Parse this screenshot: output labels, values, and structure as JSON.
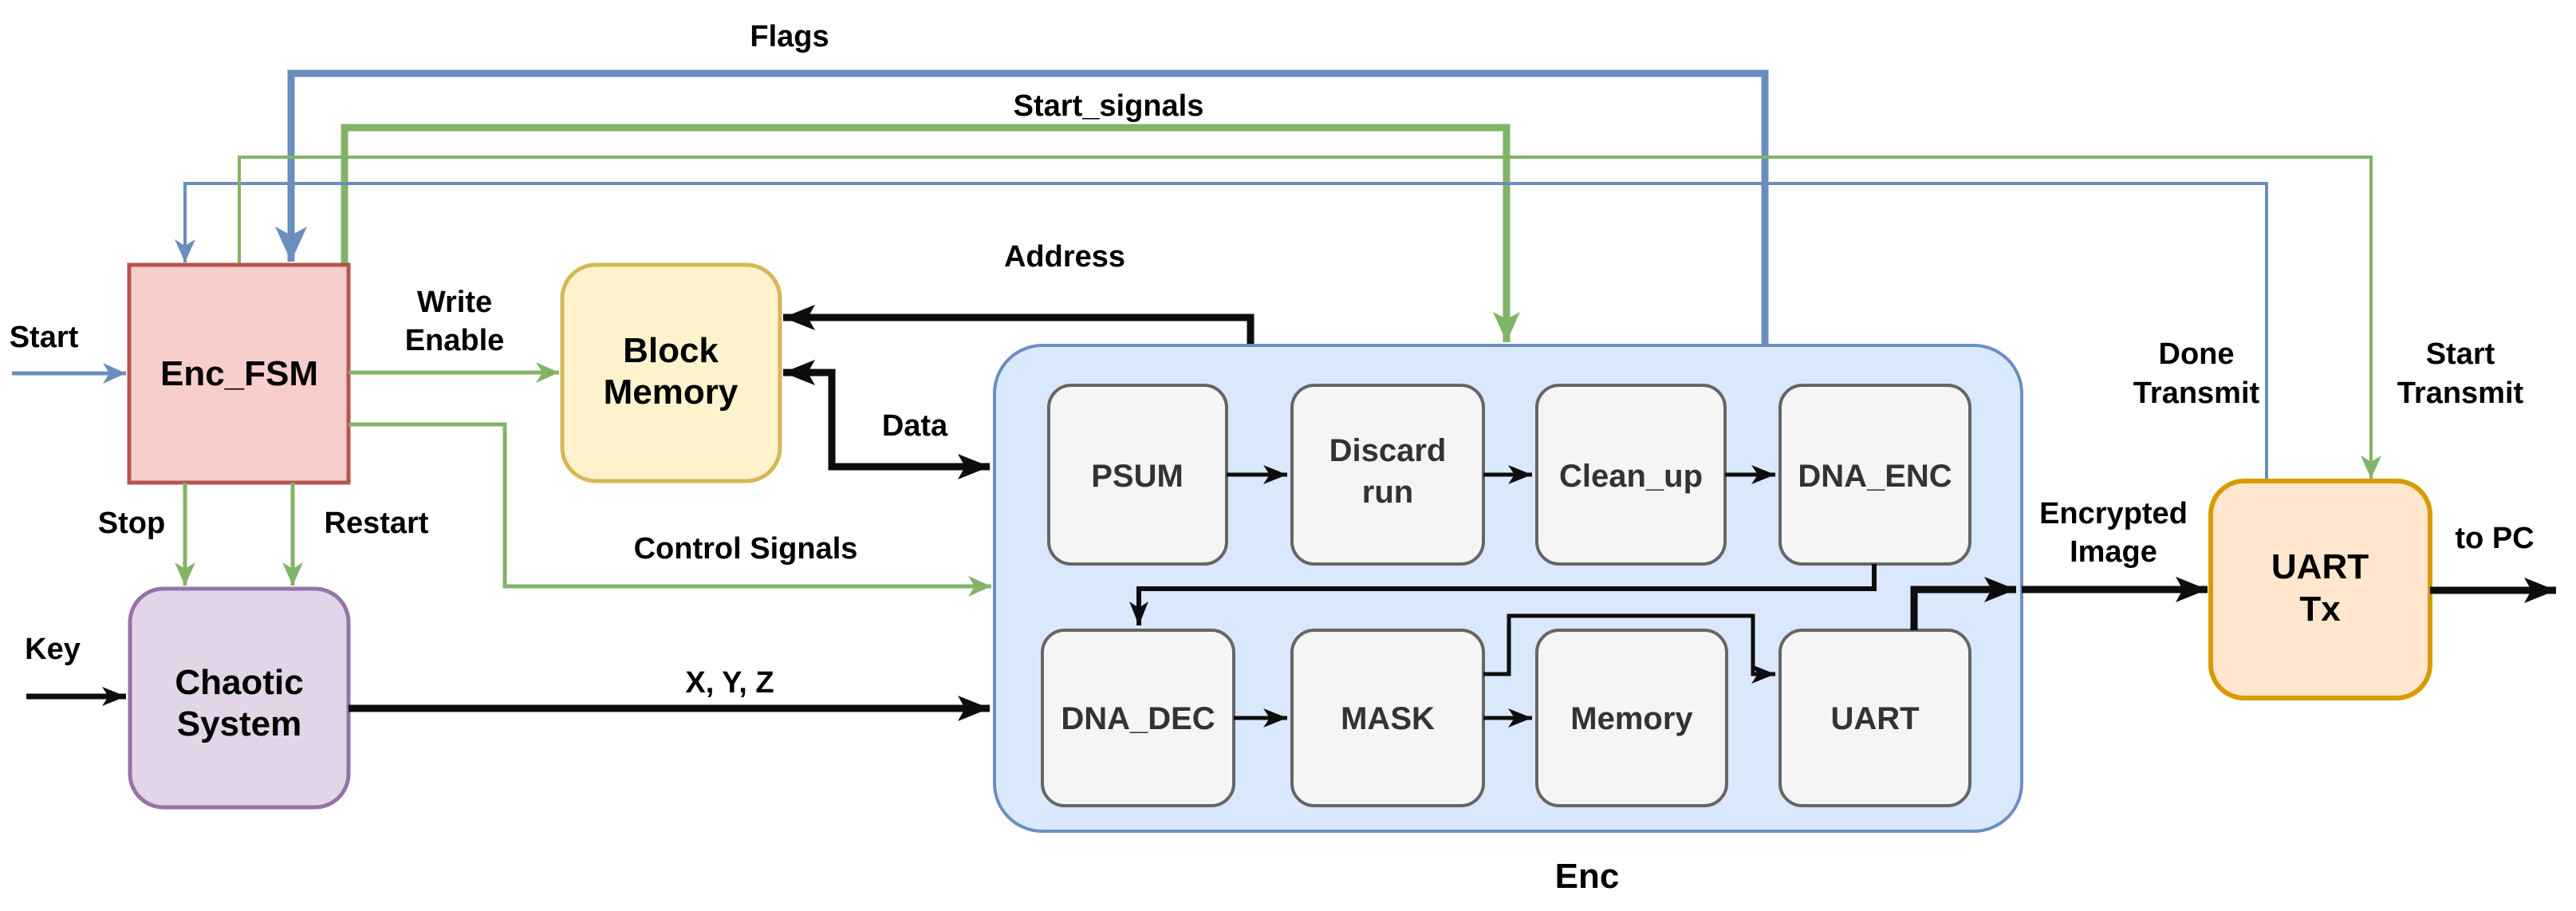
{
  "title": "Enc",
  "colors": {
    "line_blue": "#6C8EBF",
    "line_green": "#82B366",
    "line_black": "#0d0d0d",
    "enc_fsm_fill": "#F8CECC",
    "enc_fsm_stroke": "#B85450",
    "block_memory_fill": "#FFF2CC",
    "block_memory_stroke": "#D6B656",
    "chaotic_fill": "#E1D5E7",
    "chaotic_stroke": "#9673A6",
    "enc_container_fill": "#DAE8FC",
    "enc_container_stroke": "#6C8EBF",
    "inner_block_fill": "#F5F5F5",
    "inner_block_stroke": "#666666",
    "uart_tx_fill": "#FFE6CC",
    "uart_tx_stroke": "#D79B00"
  },
  "blocks": {
    "enc_fsm": {
      "label": "Enc_FSM"
    },
    "block_memory": {
      "line1": "Block",
      "line2": "Memory"
    },
    "chaotic_system": {
      "line1": "Chaotic",
      "line2": "System"
    },
    "enc_container": {
      "label": "Enc"
    },
    "psum": {
      "label": "PSUM"
    },
    "discard_run": {
      "line1": "Discard",
      "line2": "run"
    },
    "clean_up": {
      "label": "Clean_up"
    },
    "dna_enc": {
      "label": "DNA_ENC"
    },
    "dna_dec": {
      "label": "DNA_DEC"
    },
    "mask": {
      "label": "MASK"
    },
    "memory": {
      "label": "Memory"
    },
    "uart": {
      "label": "UART"
    },
    "uart_tx": {
      "line1": "UART",
      "line2": "Tx"
    }
  },
  "signals": {
    "flags": {
      "label": "Flags"
    },
    "start_signals": {
      "label": "Start_signals"
    },
    "address": {
      "label": "Address"
    },
    "data": {
      "label": "Data"
    },
    "write_enable": {
      "line1": "Write",
      "line2": "Enable"
    },
    "control_signals": {
      "label": "Control Signals"
    },
    "start": {
      "label": "Start"
    },
    "stop": {
      "label": "Stop"
    },
    "restart": {
      "label": "Restart"
    },
    "key": {
      "label": "Key"
    },
    "xyz": {
      "label": "X, Y, Z"
    },
    "encrypted_image": {
      "line1": "Encrypted",
      "line2": "Image"
    },
    "done_transmit": {
      "line1": "Done",
      "line2": "Transmit"
    },
    "start_transmit": {
      "line1": "Start",
      "line2": "Transmit"
    },
    "to_pc": {
      "label": "to PC"
    }
  }
}
